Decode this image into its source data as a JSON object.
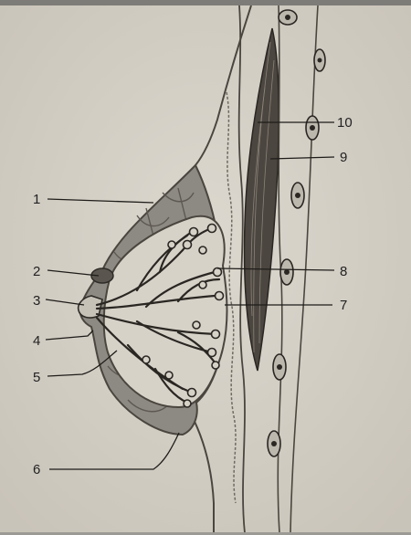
{
  "colors": {
    "paper": "#d8d4cb",
    "outline": "#4a463f",
    "tissue_fill": "#8d8a83",
    "gland_fill": "#d6d2c8",
    "duct": "#2a2622",
    "muscle": "#4c4640",
    "rib_fill": "#bdb8ae",
    "label_text": "#222222"
  },
  "icons": {
    "ribs": "rib-cross-section-icon"
  },
  "diagram": {
    "labels": [
      {
        "number": "1",
        "ref": "fibrous-septum"
      },
      {
        "number": "2",
        "ref": "areola"
      },
      {
        "number": "3",
        "ref": "nipple"
      },
      {
        "number": "4",
        "ref": "lactiferous-sinus"
      },
      {
        "number": "5",
        "ref": "lactiferous-duct"
      },
      {
        "number": "6",
        "ref": "fat-tissue"
      },
      {
        "number": "7",
        "ref": "retromammary-space"
      },
      {
        "number": "8",
        "ref": "deep-fascia"
      },
      {
        "number": "9",
        "ref": "intercostal-region"
      },
      {
        "number": "10",
        "ref": "pectoralis-major"
      }
    ]
  }
}
